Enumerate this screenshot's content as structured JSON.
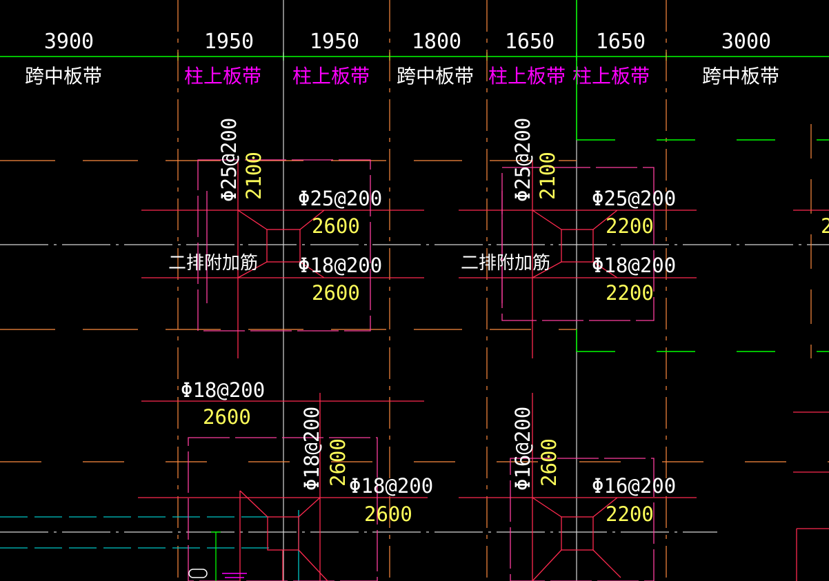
{
  "drawing": {
    "dimensions": [
      "3900",
      "1950",
      "1950",
      "1800",
      "1650",
      "1650",
      "3000"
    ],
    "strip_labels": [
      "跨中板带",
      "柱上板带",
      "柱上板带",
      "跨中板带",
      "柱上板带",
      "柱上板带",
      "跨中板带"
    ],
    "colors": {
      "background": "#000000",
      "dimension_line": "#00ff00",
      "column_strip_text": "#ff00ff",
      "middle_strip_text": "#ffffff",
      "rebar_line": "#ff2a4f",
      "axis_line": "#ff8c40",
      "length_text": "#ffff5a",
      "cyan_line": "#00c8c8"
    },
    "notes": {
      "left_second_row": "二排附加筋",
      "right_second_row": "二排附加筋"
    },
    "top_left": {
      "vertical_rebar": "Φ25@200",
      "vertical_length": "2100",
      "top_rebar": "Φ25@200",
      "top_length": "2600",
      "bottom_rebar": "Φ18@200",
      "bottom_length": "2600"
    },
    "top_right": {
      "vertical_rebar": "Φ25@200",
      "vertical_length": "2100",
      "top_rebar": "Φ25@200",
      "top_length": "2200",
      "bottom_rebar": "Φ18@200",
      "bottom_length": "2200"
    },
    "bottom_left": {
      "upper_rebar": "Φ18@200",
      "upper_length": "2600",
      "vertical_rebar": "Φ18@200",
      "vertical_length": "2600",
      "lower_rebar": "Φ18@200",
      "lower_length": "2600"
    },
    "bottom_right": {
      "vertical_rebar": "Φ16@200",
      "vertical_length": "2600",
      "lower_rebar": "Φ16@200",
      "lower_length": "2200"
    },
    "edge_fragment": "2"
  }
}
